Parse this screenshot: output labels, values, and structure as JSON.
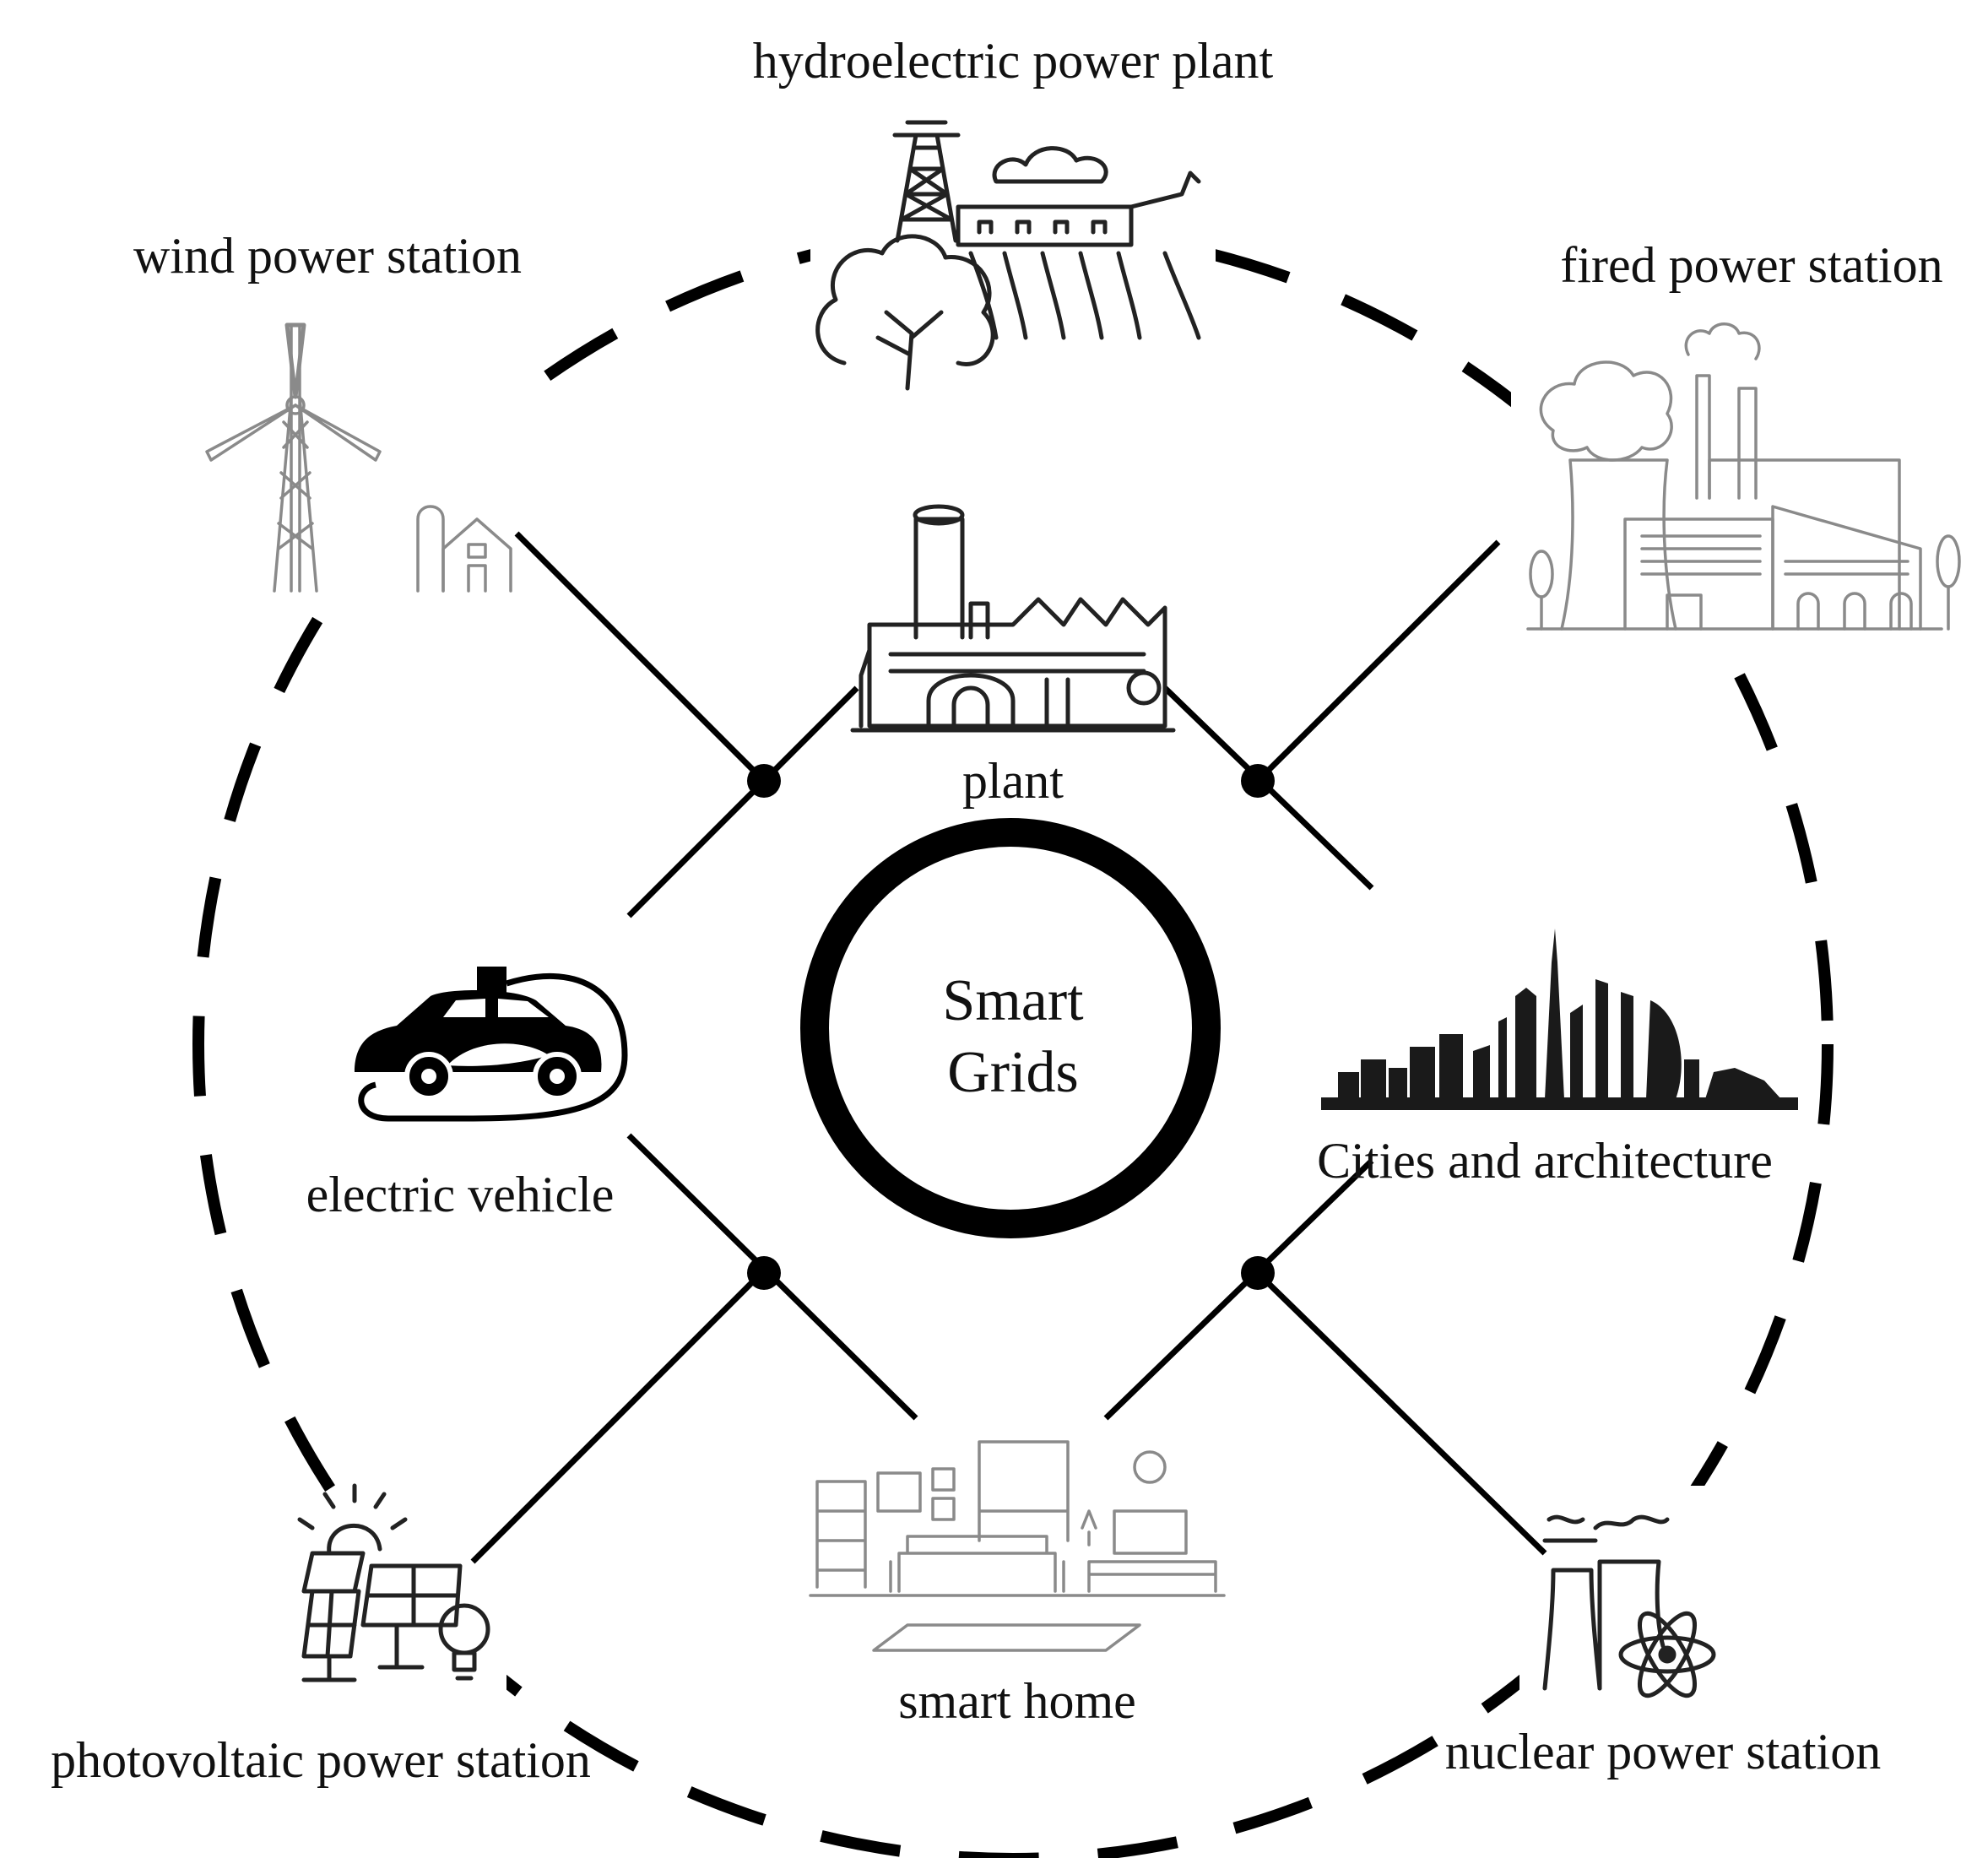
{
  "center": {
    "line1": "Smart",
    "line2": "Grids"
  },
  "labels": {
    "hydro": "hydroelectric power plant",
    "wind": "wind power station",
    "fired": "fired power station",
    "plant": "plant",
    "ev": "electric vehicle",
    "cities": "Cities and architecture",
    "home": "smart home",
    "pv": "photovoltaic power station",
    "nuclear": "nuclear power station"
  },
  "icons": {
    "hydro": "hydroelectric-dam-icon",
    "wind": "wind-turbine-icon",
    "fired": "thermal-power-plant-icon",
    "plant": "factory-icon",
    "ev": "electric-car-icon",
    "cities": "city-skyline-icon",
    "home": "living-room-icon",
    "pv": "solar-panel-icon",
    "nuclear": "nuclear-plant-icon"
  },
  "colors": {
    "line": "#000000",
    "text": "#111111",
    "background": "#ffffff"
  }
}
